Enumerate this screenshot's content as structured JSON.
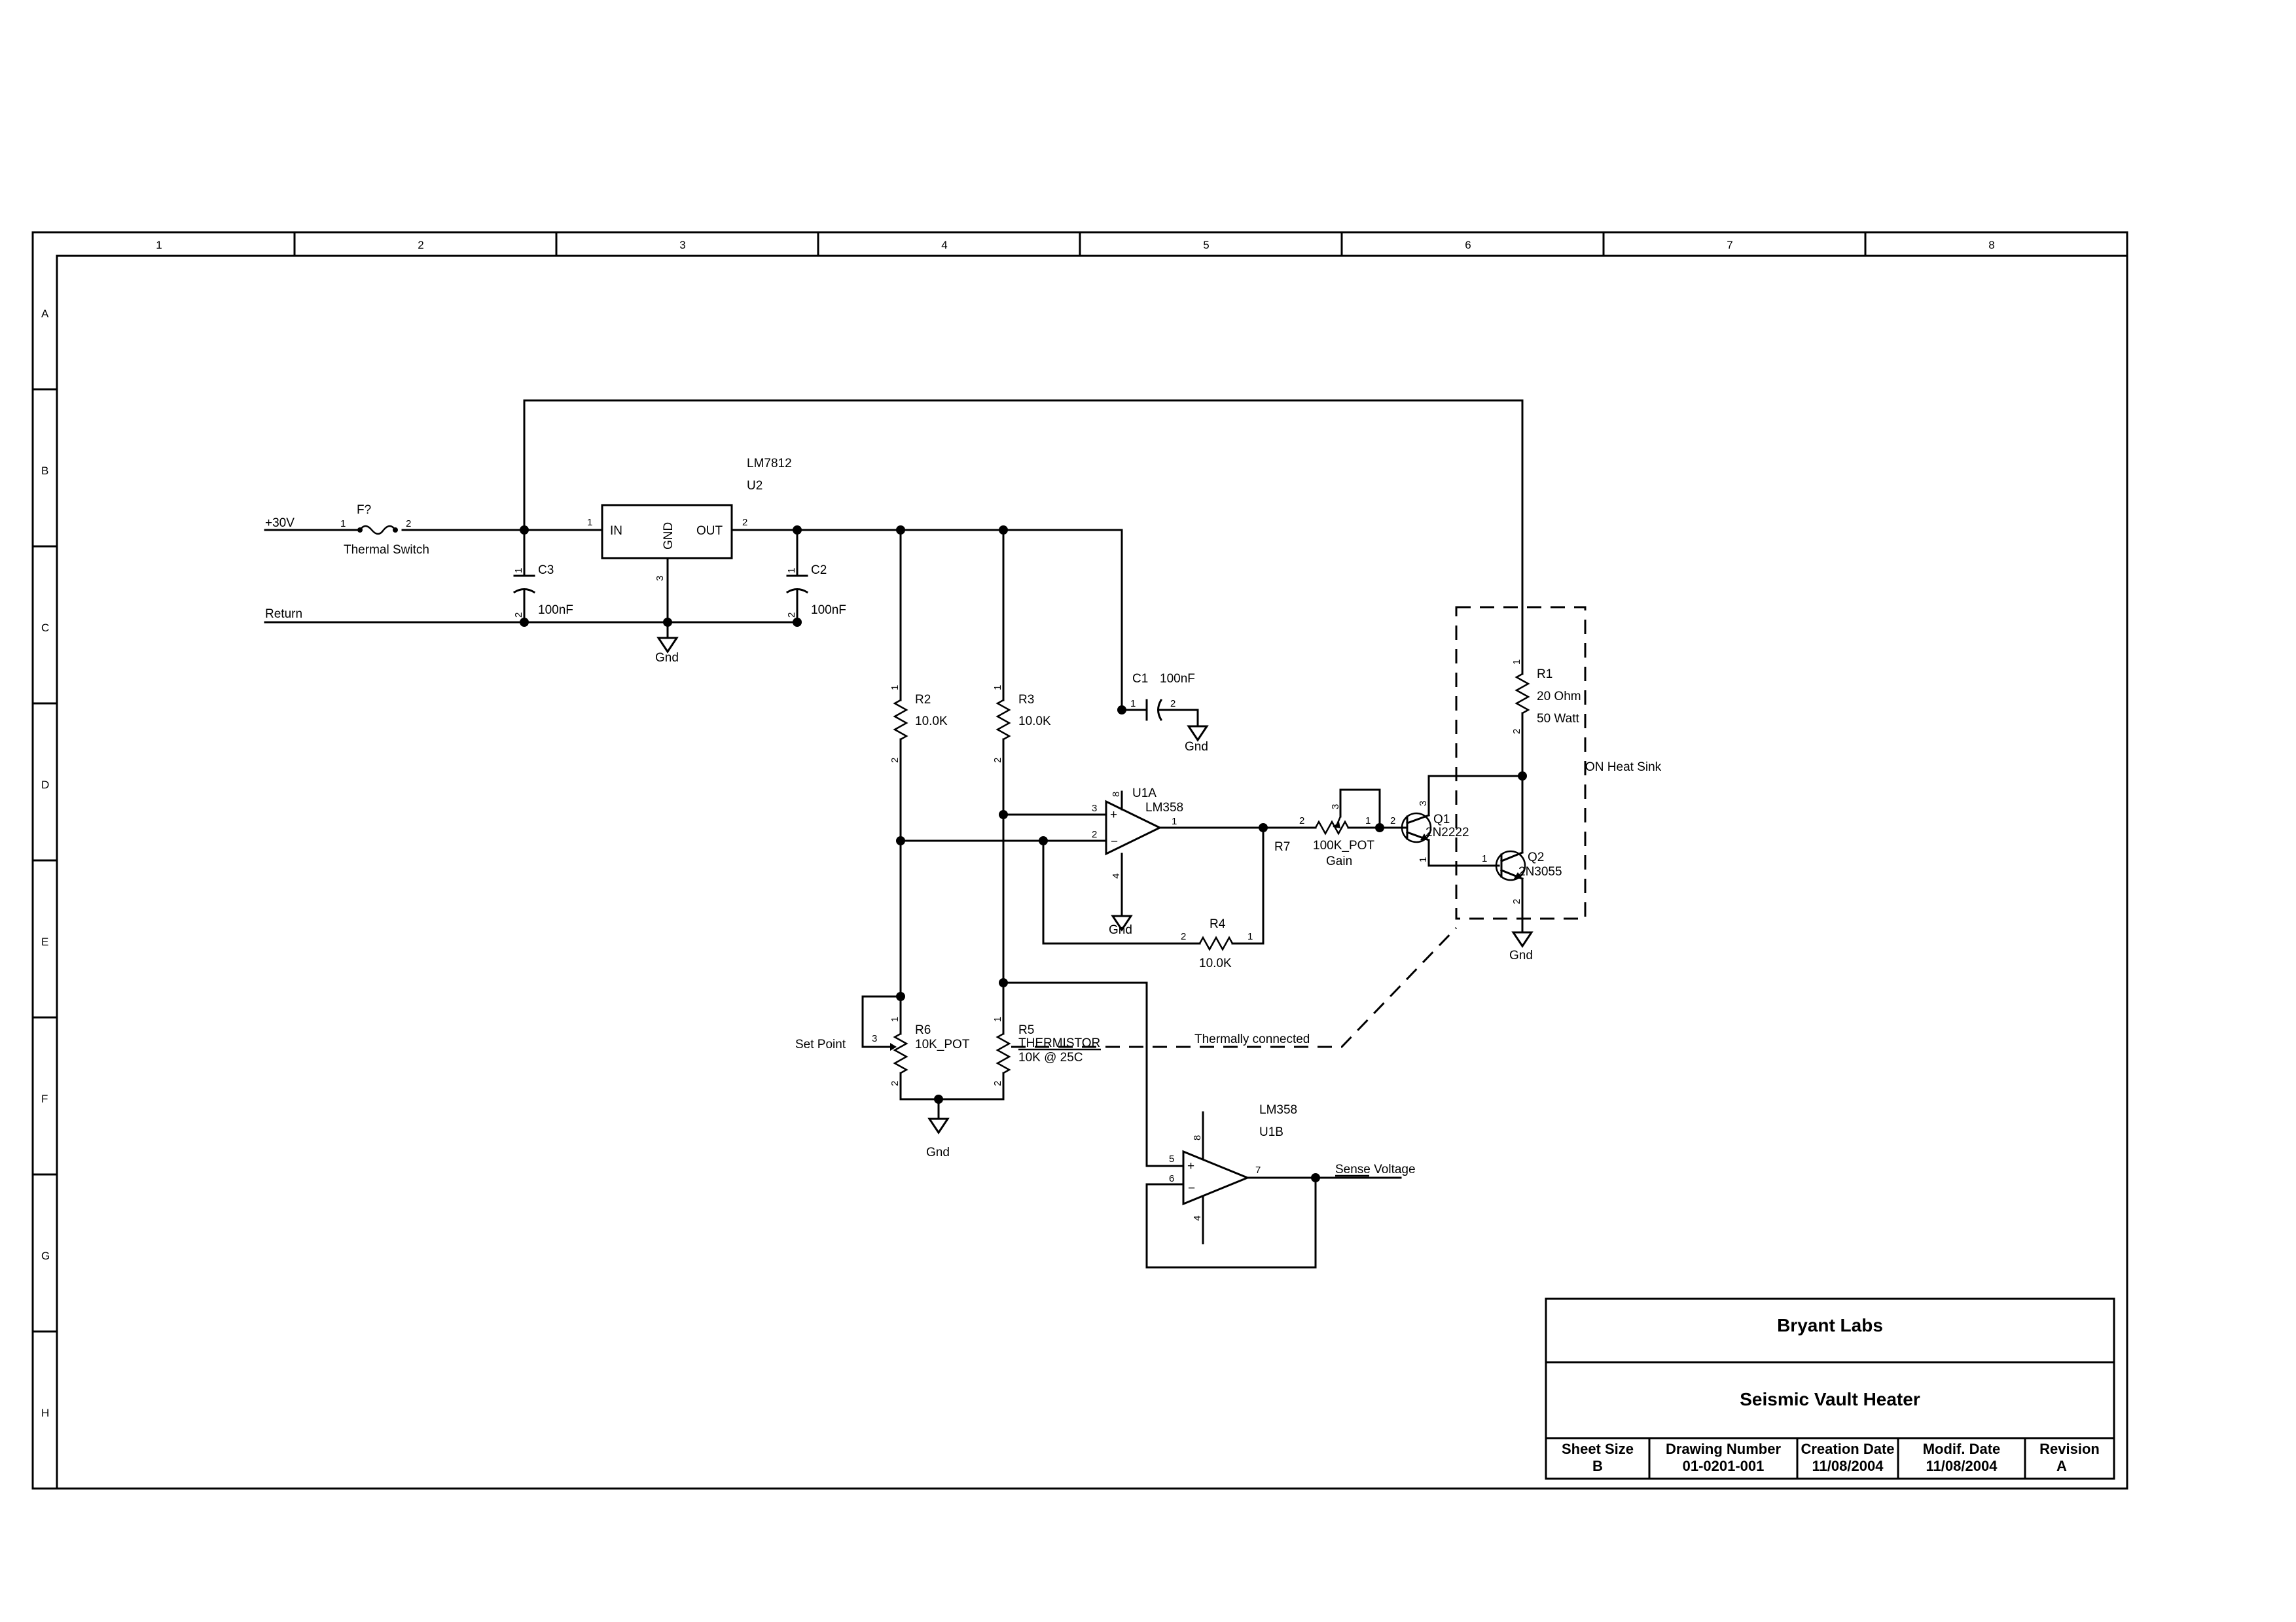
{
  "sheet": {
    "zone_columns": [
      "1",
      "2",
      "3",
      "4",
      "5",
      "6",
      "7",
      "8"
    ],
    "zone_rows": [
      "A",
      "B",
      "C",
      "D",
      "E",
      "F",
      "G",
      "H"
    ]
  },
  "title_block": {
    "company": "Bryant Labs",
    "title": "Seismic Vault Heater",
    "fields": [
      {
        "header": "Sheet Size",
        "value": "B"
      },
      {
        "header": "Drawing Number",
        "value": "01-0201-001"
      },
      {
        "header": "Creation Date",
        "value": "11/08/2004"
      },
      {
        "header": "Modif. Date",
        "value": "11/08/2004"
      },
      {
        "header": "Revision",
        "value": "A"
      }
    ]
  },
  "nets": {
    "input": "+30V",
    "return": "Return",
    "ground": "Gnd",
    "output": "Sense Voltage"
  },
  "notes": {
    "heat_sink": "ON Heat Sink",
    "thermal": "Thermally connected",
    "set_point": "Set Point"
  },
  "components": {
    "fuse": {
      "ref": "F?",
      "name": "Thermal Switch",
      "pin1": "1",
      "pin2": "2"
    },
    "u2": {
      "part": "LM7812",
      "ref": "U2",
      "in": "IN",
      "gnd": "GND",
      "out": "OUT",
      "pin_in": "1",
      "pin_gnd": "3",
      "pin_out": "2"
    },
    "c3": {
      "ref": "C3",
      "value": "100nF",
      "pin1": "1",
      "pin2": "2"
    },
    "c2": {
      "ref": "C2",
      "value": "100nF",
      "pin1": "1",
      "pin2": "2"
    },
    "c1": {
      "ref": "C1",
      "value": "100nF",
      "pin1": "1",
      "pin2": "2"
    },
    "r2": {
      "ref": "R2",
      "value": "10.0K",
      "pin1": "1",
      "pin2": "2"
    },
    "r3": {
      "ref": "R3",
      "value": "10.0K",
      "pin1": "1",
      "pin2": "2"
    },
    "r4": {
      "ref": "R4",
      "value": "10.0K",
      "pin1": "1",
      "pin2": "2"
    },
    "r1": {
      "ref": "R1",
      "value": "20 Ohm",
      "rating": "50 Watt",
      "pin1": "1",
      "pin2": "2"
    },
    "r5": {
      "ref": "R5",
      "type": "THERMISTOR",
      "value": "10K @ 25C",
      "pin1": "1",
      "pin2": "2"
    },
    "r6": {
      "ref": "R6",
      "value": "10K_POT",
      "pin1": "1",
      "pin2": "2",
      "pin3": "3"
    },
    "r7": {
      "ref": "R7",
      "value": "100K_POT",
      "name": "Gain",
      "pin1": "1",
      "pin2": "2",
      "pin3": "3"
    },
    "u1a": {
      "ref": "U1A",
      "part": "LM358",
      "plus": "+",
      "minus": "−",
      "pin_plus": "3",
      "pin_minus": "2",
      "pin_out": "1",
      "pin_vcc": "8",
      "pin_gnd": "4"
    },
    "u1b": {
      "ref": "U1B",
      "part": "LM358",
      "plus": "+",
      "minus": "−",
      "pin_plus": "5",
      "pin_minus": "6",
      "pin_out": "7",
      "pin_vcc": "8",
      "pin_gnd": "4"
    },
    "q1": {
      "ref": "Q1",
      "part": "2N2222",
      "pin_b": "2",
      "pin_c": "3",
      "pin_e": "1"
    },
    "q2": {
      "ref": "Q2",
      "part": "2N3055",
      "pin_b": "1",
      "pin_e": "2"
    }
  }
}
